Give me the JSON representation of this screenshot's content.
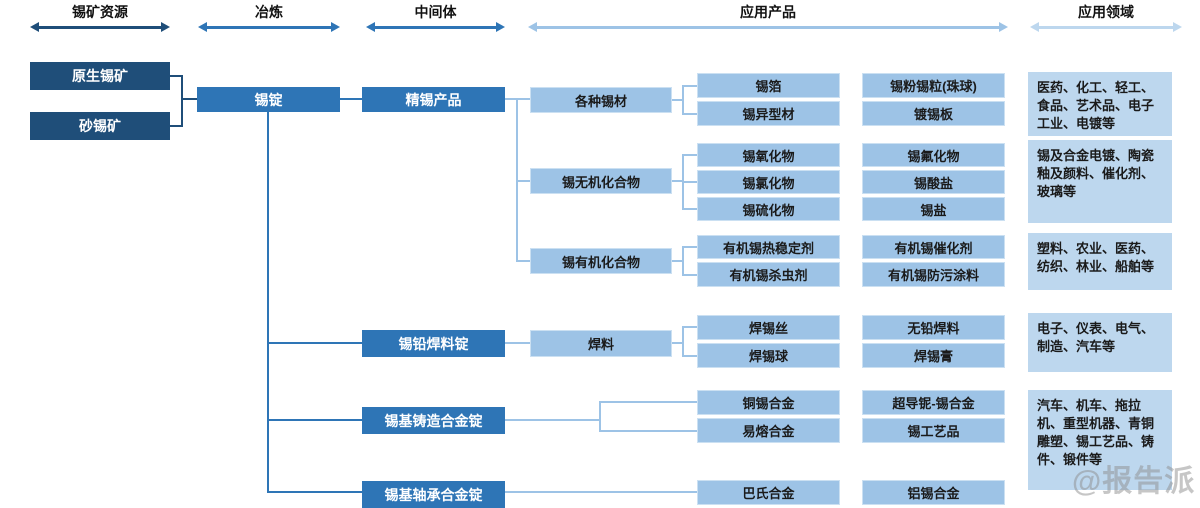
{
  "palette": {
    "dark_navy": "#1F4E79",
    "medium_blue": "#2E75B6",
    "light_blue": "#9DC3E6",
    "pale_blue": "#BDD7EE"
  },
  "headers": [
    {
      "label": "锡矿资源"
    },
    {
      "label": "冶炼"
    },
    {
      "label": "中间体"
    },
    {
      "label": "应用产品"
    },
    {
      "label": "应用领域"
    }
  ],
  "resources": [
    {
      "label": "原生锡矿"
    },
    {
      "label": "砂锡矿"
    }
  ],
  "ingot": {
    "label": "锡锭"
  },
  "refined": {
    "label": "精锡产品",
    "branches": [
      {
        "label": "各种锡材",
        "products": [
          "锡箔",
          "锡异型材"
        ],
        "products2": [
          "锡粉锡粒(珠球)",
          "镀锡板"
        ],
        "field": "医药、化工、轻工、食品、艺术品、电子工业、电镀等"
      },
      {
        "label": "锡无机化合物",
        "products": [
          "锡氧化物",
          "锡氯化物",
          "锡硫化物"
        ],
        "products2": [
          "锡氟化物",
          "锡酸盐",
          "锡盐"
        ],
        "field": "锡及合金电镀、陶瓷釉及颜料、催化剂、玻璃等"
      },
      {
        "label": "锡有机化合物",
        "products": [
          "有机锡热稳定剂",
          "有机锡杀虫剂"
        ],
        "products2": [
          "有机锡催化剂",
          "有机锡防污涂料"
        ],
        "field": "塑料、农业、医药、纺织、林业、船舶等"
      }
    ]
  },
  "solder": {
    "label": "锡铅焊料锭",
    "mid": "焊料",
    "products": [
      "焊锡丝",
      "焊锡球"
    ],
    "products2": [
      "无铅焊料",
      "焊锡膏"
    ],
    "field": "电子、仪表、电气、制造、汽车等"
  },
  "casting": {
    "label": "锡基铸造合金锭",
    "products": [
      "铜锡合金",
      "易熔合金"
    ],
    "products2": [
      "超导铌-锡合金",
      "锡工艺品"
    ],
    "field": "汽车、机车、拖拉机、重型机器、青铜雕塑、锡工艺品、铸件、锻件等"
  },
  "bearing": {
    "label": "锡基轴承合金锭",
    "products": [
      "巴氏合金"
    ],
    "products2": [
      "铝锡合金"
    ]
  },
  "watermark": "@报告派"
}
